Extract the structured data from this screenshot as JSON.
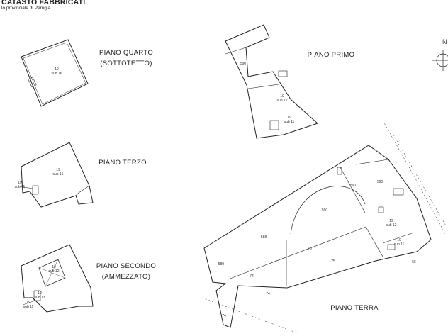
{
  "header": {
    "title": "CATASTO FABBRICATI",
    "subtitle_prefix": "lo provinciale di",
    "subtitle_place": "Perugia"
  },
  "north_label": "N",
  "floors": {
    "quarto": {
      "line1": "PIANO QUARTO",
      "line2": "(SOTTOTETTO)"
    },
    "terzo": {
      "line1": "PIANO TERZO"
    },
    "secondo": {
      "line1": "PIANO SECONDO",
      "line2": "(AMMEZZATO)"
    },
    "primo": {
      "line1": "PIANO PRIMO"
    },
    "terra": {
      "line1": "PIANO TERRA"
    }
  },
  "tags": {
    "q_19": "19",
    "q_sub": "sub 16",
    "t_19": "19",
    "t_sub": "sub 16",
    "t_side_19": "19",
    "t_side_sub": "sub 11",
    "s_19": "19",
    "s_sub": "sub 12",
    "s_side_19": "19",
    "s_side_sub": "sub 13",
    "s_low_19": "19",
    "s_low_sub": "sub 11",
    "p_590": "590",
    "p_19": "19",
    "p_sub12": "sub 12",
    "p_19b": "19",
    "p_sub11": "sub 11",
    "g_590a": "590",
    "g_590b": "590",
    "g_590c": "590",
    "g_588": "588",
    "g_589": "589",
    "g_75a": "75",
    "g_75b": "75",
    "g_74a": "74",
    "g_74b": "74",
    "g_74c": "74",
    "g_19": "19",
    "g_sub12": "sub 12",
    "g_19b": "19",
    "g_sub11": "sub 11",
    "g_56": "56"
  }
}
